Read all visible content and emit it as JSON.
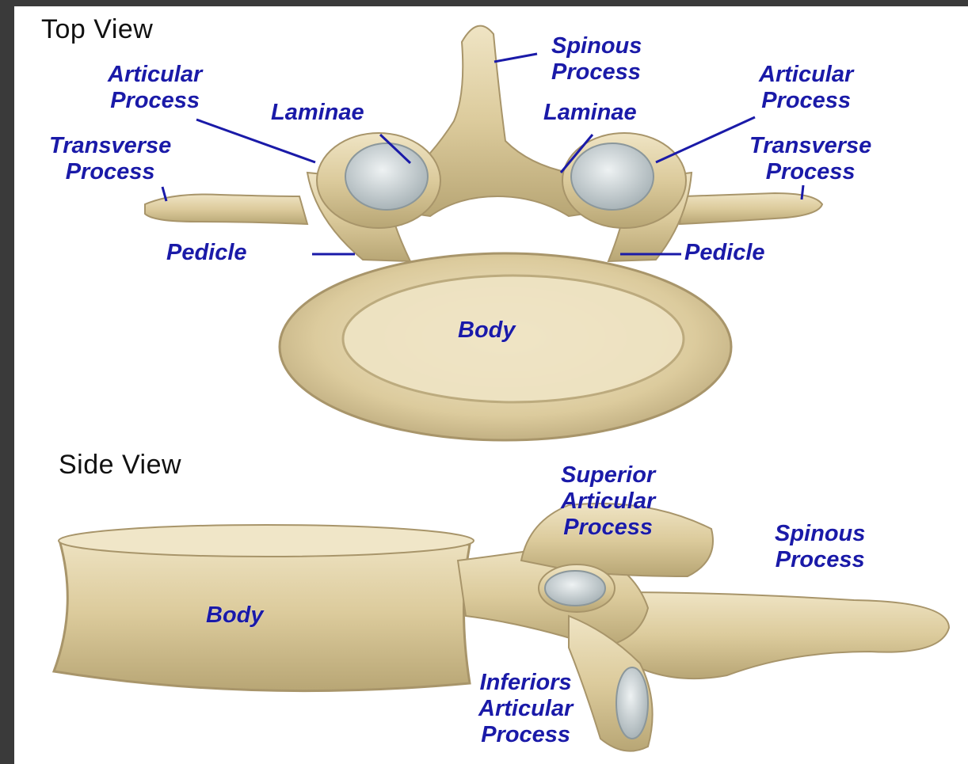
{
  "headings": {
    "top_view": "Top View",
    "side_view": "Side View"
  },
  "top_labels": {
    "spinous_process": [
      "Spinous",
      "Process"
    ],
    "articular_process_left": [
      "Articular",
      "Process"
    ],
    "articular_process_right": [
      "Articular",
      "Process"
    ],
    "laminae_left": "Laminae",
    "laminae_right": "Laminae",
    "transverse_process_left": [
      "Transverse",
      "Process"
    ],
    "transverse_process_right": [
      "Transverse",
      "Process"
    ],
    "pedicle_left": "Pedicle",
    "pedicle_right": "Pedicle",
    "body": "Body"
  },
  "side_labels": {
    "superior_articular_process": [
      "Superior",
      "Articular",
      "Process"
    ],
    "spinous_process": [
      "Spinous",
      "Process"
    ],
    "body": "Body",
    "inferiors_articular_process": [
      "Inferiors",
      "Articular",
      "Process"
    ]
  },
  "colors": {
    "label_text": "#1a1aa8",
    "bone_fill": "#e4d6b0",
    "bone_shadow": "#b9a77a",
    "facet": "#c9d2d6"
  }
}
